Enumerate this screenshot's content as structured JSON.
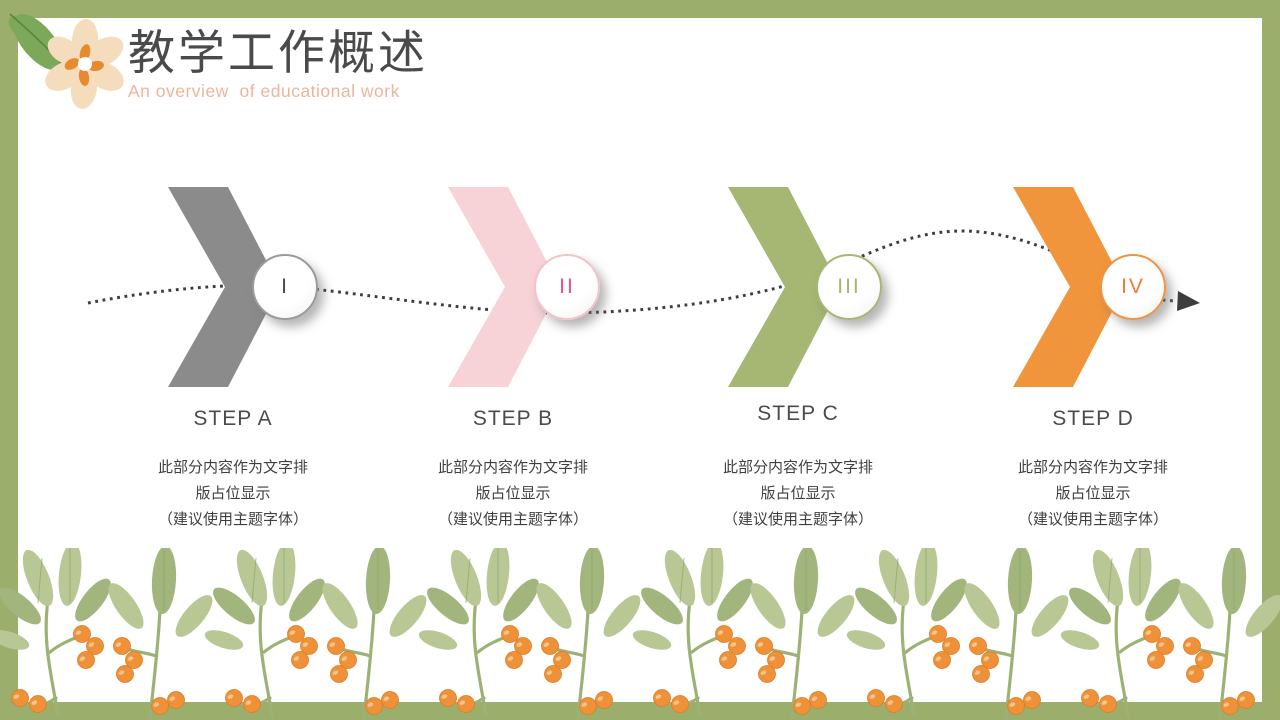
{
  "header": {
    "title": "教学工作概述",
    "subtitle": "An overview  of educational work"
  },
  "steps": [
    {
      "numeral": "I",
      "label": "STEP A",
      "body_lines": [
        "此部分内容作为文字排",
        "版占位显示",
        "（建议使用主题字体）"
      ],
      "chevron_color": "#8b8b8b",
      "circle_border_color": "#9a9a9a",
      "numeral_color": "#4a4a4a"
    },
    {
      "numeral": "II",
      "label": "STEP B",
      "body_lines": [
        "此部分内容作为文字排",
        "版占位显示",
        "（建议使用主题字体）"
      ],
      "chevron_color": "#f7d2d6",
      "circle_border_color": "#f2c3c9",
      "numeral_color": "#e8517f"
    },
    {
      "numeral": "III",
      "label": "STEP C",
      "body_lines": [
        "此部分内容作为文字排",
        "版占位显示",
        "（建议使用主题字体）"
      ],
      "chevron_color": "#a6b673",
      "circle_border_color": "#a6b673",
      "numeral_color": "#a5b573"
    },
    {
      "numeral": "IV",
      "label": "STEP D",
      "body_lines": [
        "此部分内容作为文字排",
        "版占位显示",
        "（建议使用主题字体）"
      ],
      "chevron_color": "#f0953c",
      "circle_border_color": "#ef9340",
      "numeral_color": "#ed7d31"
    }
  ],
  "colors": {
    "frame": "#9cae6b",
    "dotted_line": "#3d3d3d",
    "title_text": "#4a4a4a",
    "subtitle_text": "#efb49e",
    "step_label_text": "#4b4b4b",
    "body_text": "#3f3f3f",
    "leaf": "#b9c795",
    "leaf_dark": "#a2b57c",
    "berry": "#ef9138",
    "berry_edge": "#dd7d26",
    "berry_light": "#f9c58a",
    "stem": "#9eb175",
    "corner_leaf": "#7ca85a",
    "petal": "#f5dcbd",
    "flower_accent": "#e78a2d"
  },
  "icons": {
    "corner_flower": "flower-icon",
    "corner_leaf": "leaf-icon",
    "bottom_border": "floral-plant-border",
    "flow_line": "dotted-arrow-icon"
  }
}
